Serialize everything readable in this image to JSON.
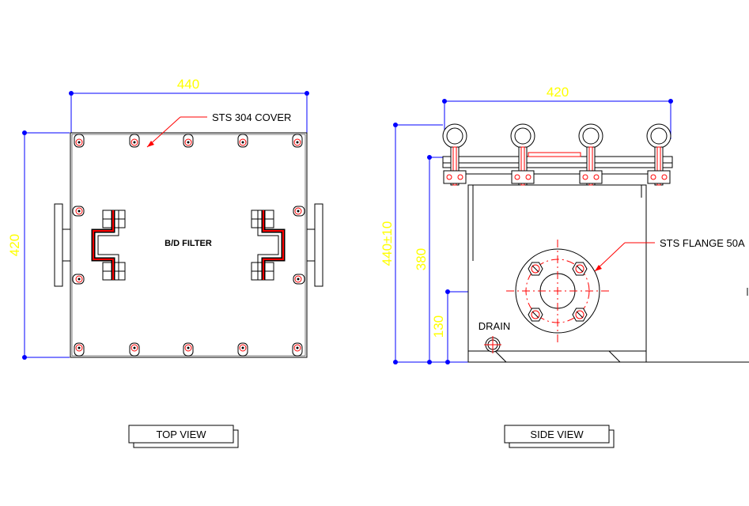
{
  "top_view": {
    "dim_width": "440",
    "dim_height": "420",
    "cover_label": "STS 304 COVER",
    "center_label": "B/D FILTER",
    "caption": "TOP VIEW"
  },
  "side_view": {
    "dim_width": "420",
    "dim_total_height": "440±10",
    "dim_mid_height": "380",
    "dim_low_height": "130",
    "flange_label": "STS FLANGE 50A",
    "drain_label": "DRAIN",
    "caption": "SIDE VIEW"
  },
  "colors": {
    "dimension_text": "#ffff00",
    "dimension_line": "#0000ff",
    "accent_red": "#ff0000",
    "outline": "#000000"
  }
}
